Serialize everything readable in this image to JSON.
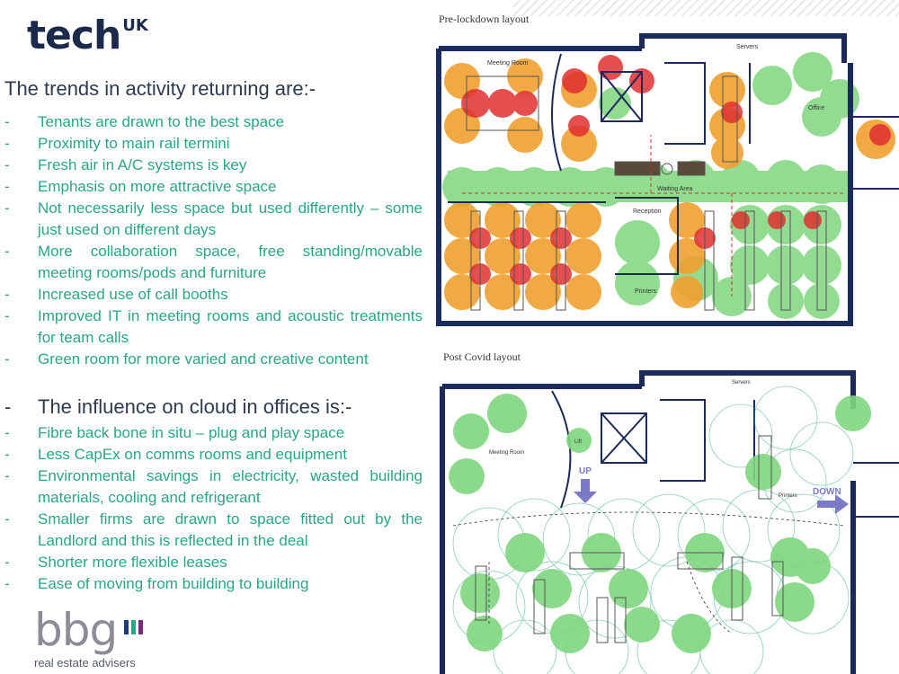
{
  "logo": {
    "main": "tech",
    "sup": "UK"
  },
  "section1": {
    "heading": "The trends in activity returning are:-",
    "items": [
      "Tenants are drawn to the best space",
      "Proximity to main rail termini",
      "Fresh air in A/C systems is key",
      "Emphasis on more attractive space",
      "Not necessarily less space but used differently – some just used on different days",
      "More collaboration space, free standing/movable meeting rooms/pods and furniture",
      "Increased use of call booths",
      "Improved IT in meeting rooms and acoustic treatments for team calls",
      "Green room for more varied and creative content"
    ]
  },
  "section2": {
    "heading": "The influence on cloud in offices is:-",
    "items": [
      "Fibre back bone in situ – plug and play space",
      "Less CapEx on comms rooms and equipment",
      "Environmental savings in electricity, wasted building materials, cooling and refrigerant",
      "Smaller firms are drawn to space fitted out by the Landlord and this is reflected in the deal",
      "Shorter more flexible leases",
      "Ease of moving from building to building"
    ]
  },
  "bbg": {
    "word": "bbg",
    "tagline": "real estate advisers",
    "bar_colors": [
      "#1f3a7a",
      "#2aa585",
      "#7a2a7a"
    ]
  },
  "plan1": {
    "title": "Pre-lockdown layout",
    "labels": {
      "meeting": "Meeting Room",
      "servers": "Servers",
      "office": "Office",
      "waiting": "Waiting Area",
      "reception": "Reception",
      "printers": "Printers"
    }
  },
  "plan2": {
    "title": "Post Covid layout",
    "labels": {
      "meeting": "Meeting Room",
      "servers": "Servers",
      "printers": "Printers",
      "lift": "Lift",
      "up": "UP",
      "down": "DOWN"
    }
  },
  "colors": {
    "text_green": "#2aa585",
    "heading": "#2f3a4f",
    "wall": "#1b2a5a",
    "green_zone": "#7fd67f",
    "orange_zone": "#f0a030",
    "red_zone": "#e03030",
    "arrow": "#7a7ac8"
  }
}
